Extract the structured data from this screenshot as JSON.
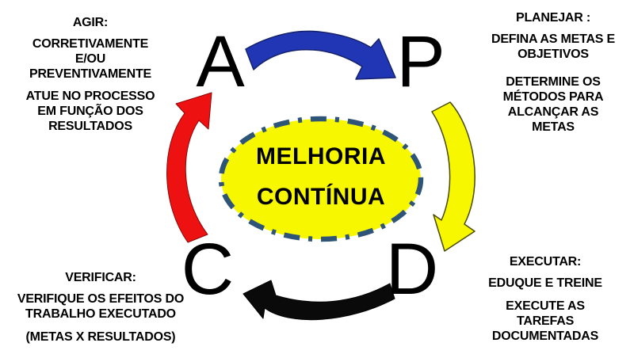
{
  "cycle": {
    "center": {
      "line1": "MELHORIA",
      "line2": "CONTÍNUA"
    },
    "stages": {
      "act": {
        "letter": "A",
        "heading": "AGIR:",
        "para1": [
          "CORRETIVAMENTE",
          "E/OU",
          "PREVENTIVAMENTE"
        ],
        "para2": [
          "ATUE NO PROCESSO",
          "EM FUNÇÃO DOS",
          "RESULTADOS"
        ]
      },
      "plan": {
        "letter": "P",
        "heading": "PLANEJAR :",
        "para1": [
          "DEFINA AS METAS E",
          "OBJETIVOS"
        ],
        "para2": [
          "DETERMINE OS",
          "MÉTODOS PARA",
          "ALCANÇAR AS",
          "METAS"
        ]
      },
      "do": {
        "letter": "D",
        "heading": "EXECUTAR:",
        "para1": [
          "EDUQUE E TREINE"
        ],
        "para2": [
          "EXECUTE AS",
          "TAREFAS",
          "DOCUMENTADAS"
        ]
      },
      "check": {
        "letter": "C",
        "heading": "VERIFICAR:",
        "para1": [
          "VERIFIQUE OS EFEITOS DO",
          "TRABALHO EXECUTADO"
        ],
        "para2": [
          "(METAS X RESULTADOS)"
        ]
      }
    },
    "colors": {
      "arrow_a_to_p": "#2136b4",
      "arrow_p_to_d": "#f7f700",
      "arrow_d_to_c": "#0a0a0a",
      "arrow_c_to_a": "#ee1111",
      "ellipse_fill": "#f7f700",
      "ellipse_border": "#2e5478",
      "text": "#000000",
      "background": "#ffffff"
    }
  }
}
